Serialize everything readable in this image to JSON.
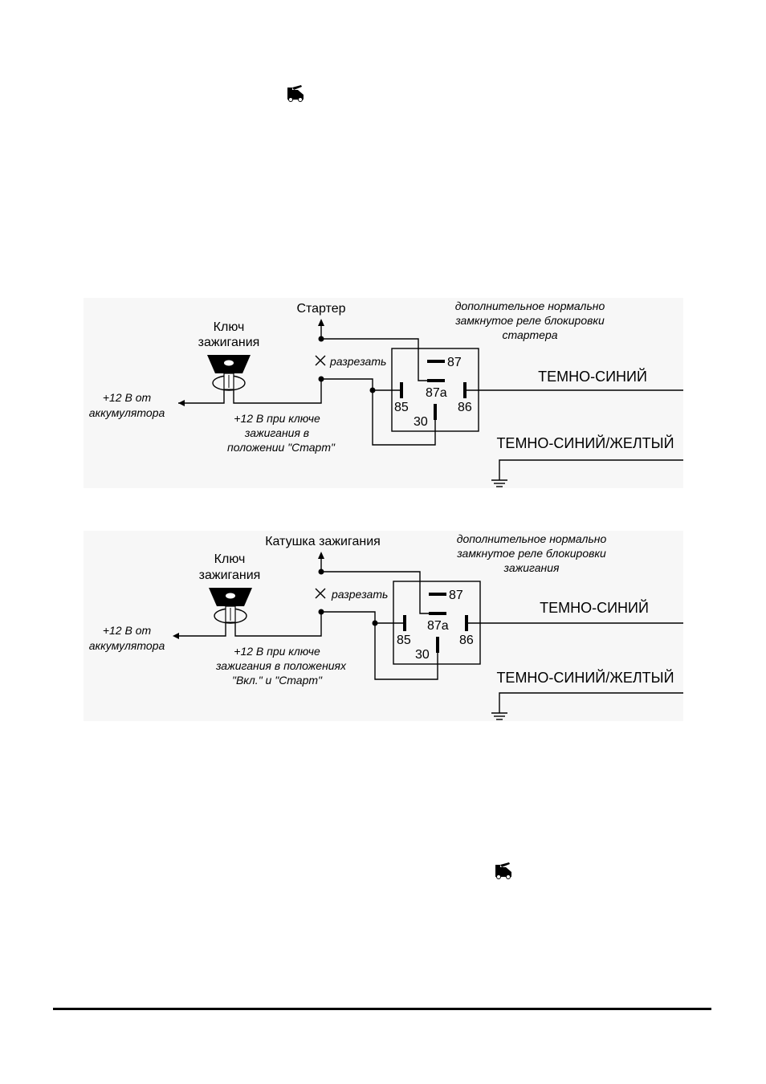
{
  "colors": {
    "panel_bg": "#f7f7f7",
    "ink": "#000000"
  },
  "icons": {
    "top_icon": "car-hood-open-icon",
    "bottom_icon": "car-hood-open-icon"
  },
  "diagrams": [
    {
      "target_label": "Стартер",
      "ignition_key_label": [
        "Ключ",
        "зажигания"
      ],
      "battery_label": [
        "+12 В от",
        "аккумулятора"
      ],
      "cut_label": "разрезать",
      "key_position_note": [
        "+12 В при ключе",
        "зажигания в",
        "положении \"Старт\""
      ],
      "relay_note": [
        "дополнительное нормально",
        "замкнутое реле блокировки",
        "стартера"
      ],
      "relay_pins": {
        "p87": "87",
        "p87a": "87а",
        "p85": "85",
        "p86": "86",
        "p30": "30"
      },
      "wire_blue": "ТЕМНО-СИНИЙ",
      "wire_blue_yellow": "ТЕМНО-СИНИЙ/ЖЕЛТЫЙ"
    },
    {
      "target_label": "Катушка зажигания",
      "ignition_key_label": [
        "Ключ",
        "зажигания"
      ],
      "battery_label": [
        "+12 В от",
        "аккумулятора"
      ],
      "cut_label": "разрезать",
      "key_position_note": [
        "+12 В при ключе",
        "зажигания в положениях",
        "\"Вкл.\" и \"Старт\""
      ],
      "relay_note": [
        "дополнительное нормально",
        "замкнутое реле блокировки",
        "зажигания"
      ],
      "relay_pins": {
        "p87": "87",
        "p87a": "87а",
        "p85": "85",
        "p86": "86",
        "p30": "30"
      },
      "wire_blue": "ТЕМНО-СИНИЙ",
      "wire_blue_yellow": "ТЕМНО-СИНИЙ/ЖЕЛТЫЙ"
    }
  ]
}
